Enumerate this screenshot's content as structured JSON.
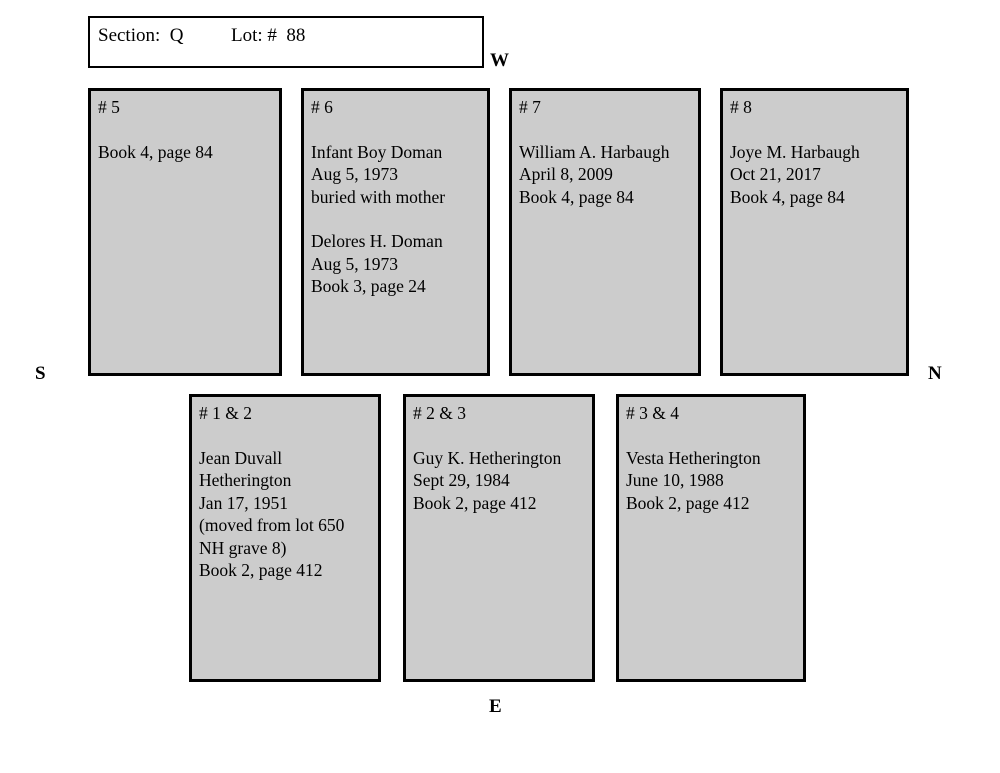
{
  "header": {
    "text": "Section:  Q          Lot: #  88"
  },
  "compass": {
    "west": "W",
    "south": "S",
    "north": "N",
    "east": "E"
  },
  "top_row": [
    {
      "id": "# 5",
      "entries": [
        "Book 4, page 84"
      ]
    },
    {
      "id": "# 6",
      "entries": [
        "Infant Boy Doman\nAug 5, 1973\nburied with mother",
        "Delores H. Doman\nAug 5, 1973\nBook 3, page 24"
      ]
    },
    {
      "id": "# 7",
      "entries": [
        "William A. Harbaugh\nApril 8, 2009\nBook 4, page 84"
      ]
    },
    {
      "id": "# 8",
      "entries": [
        "Joye M. Harbaugh\nOct 21, 2017\nBook 4, page 84"
      ]
    }
  ],
  "bottom_row": [
    {
      "id": "# 1 & 2",
      "entries": [
        "Jean Duvall\nHetherington\nJan 17, 1951\n(moved from lot 650\nNH grave 8)\nBook 2, page 412"
      ]
    },
    {
      "id": "# 2 & 3",
      "entries": [
        "Guy K. Hetherington\nSept 29, 1984\nBook 2, page 412"
      ]
    },
    {
      "id": "# 3 & 4",
      "entries": [
        "Vesta Hetherington\nJune 10, 1988\nBook 2, page 412"
      ]
    }
  ]
}
